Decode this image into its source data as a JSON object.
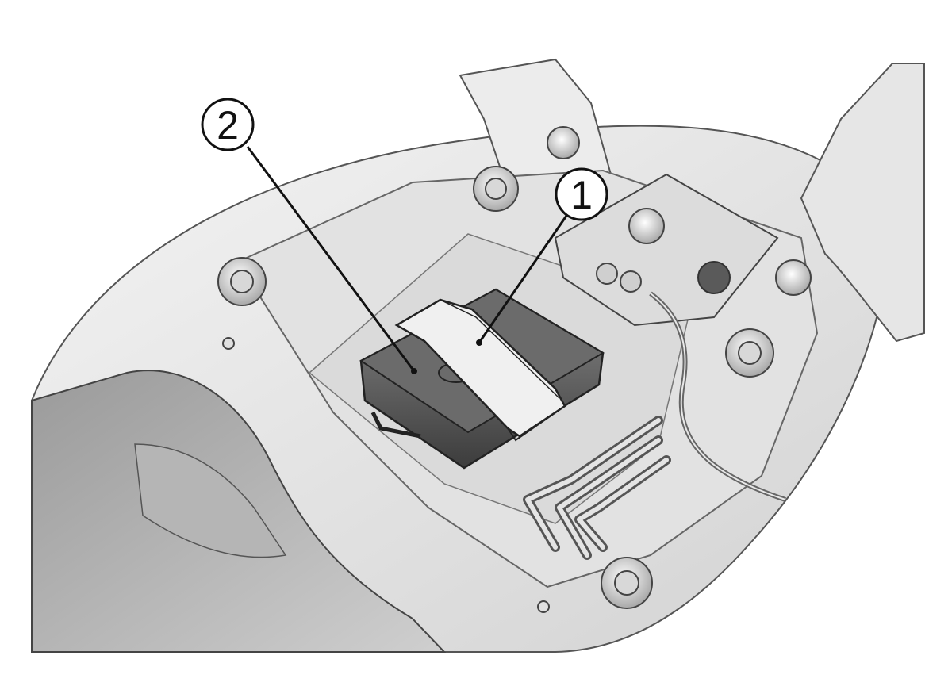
{
  "callouts": [
    {
      "number": "1",
      "refers_to": "retaining-strap"
    },
    {
      "number": "2",
      "refers_to": "control-unit"
    }
  ]
}
